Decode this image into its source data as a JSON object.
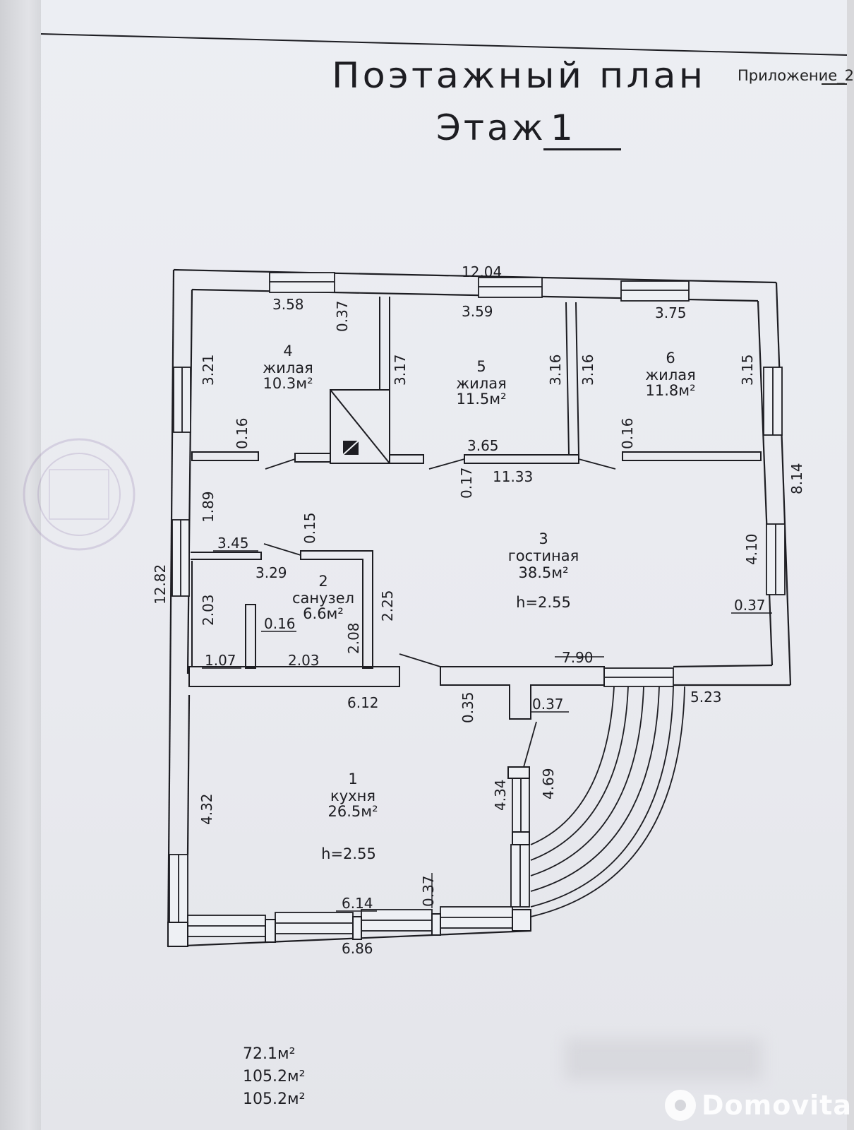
{
  "header": {
    "title": "Поэтажный план",
    "floor_label": "Этаж",
    "floor_number": "1",
    "appendix": "Приложение_2"
  },
  "rooms": [
    {
      "number": "1",
      "name": "кухня",
      "area": "26.5м²",
      "height": "h=2.55"
    },
    {
      "number": "2",
      "name": "санузел",
      "area": "6.6м²"
    },
    {
      "number": "3",
      "name": "гостиная",
      "area": "38.5м²",
      "height": "h=2.55"
    },
    {
      "number": "4",
      "name": "жилая",
      "area": "10.3м²"
    },
    {
      "number": "5",
      "name": "жилая",
      "area": "11.5м²"
    },
    {
      "number": "6",
      "name": "жилая",
      "area": "11.8м²"
    }
  ],
  "dimensions": {
    "top_overall": "12.04",
    "room4_width": "3.58",
    "room4_wall": "0.37",
    "room5_width": "3.59",
    "room6_width": "3.75",
    "room4_depth": "3.21",
    "chimney_side": "3.17",
    "room5_depth_right": "3.16",
    "room6_depth_left": "3.16",
    "room6_depth_right": "3.15",
    "room4_partition": "0.16",
    "room6_partition": "0.16",
    "room5_bottom": "3.65",
    "partition_017": "0.17",
    "hall_width": "11.33",
    "right_overall": "8.14",
    "hall_left": "1.89",
    "bath_top_wall": "0.15",
    "bath_top_outer": "3.45",
    "bath_top_inner": "3.29",
    "bath_depth_left": "2.03",
    "bath_partition": "0.16",
    "bath_depth_right": "2.08",
    "bath_outer_right": "2.25",
    "bath_bottom_left": "1.07",
    "bath_bottom_right": "2.03",
    "left_overall": "12.82",
    "living_right": "4.10",
    "living_right_wall": "0.37",
    "living_bottom": "7.90",
    "porch_right": "5.23",
    "kitchen_top": "6.12",
    "kitchen_wall_035": "0.35",
    "kitchen_wall_037": "0.37",
    "kitchen_left": "4.32",
    "kitchen_right": "4.34",
    "kitchen_right_outer": "4.69",
    "kitchen_bottom_wall": "0.37",
    "kitchen_bottom_inner": "6.14",
    "kitchen_bottom_outer": "6.86"
  },
  "totals": [
    "72.1м²",
    "105.2м²",
    "105.2м²"
  ],
  "watermark": "Domovita"
}
